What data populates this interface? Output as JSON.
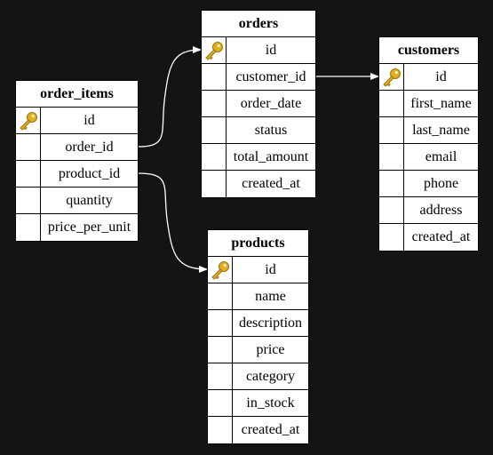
{
  "tables": [
    {
      "id": "order_items",
      "name": "order_items",
      "columns": [
        {
          "name": "id",
          "pk": true
        },
        {
          "name": "order_id",
          "pk": false
        },
        {
          "name": "product_id",
          "pk": false
        },
        {
          "name": "quantity",
          "pk": false
        },
        {
          "name": "price_per_unit",
          "pk": false
        }
      ]
    },
    {
      "id": "orders",
      "name": "orders",
      "columns": [
        {
          "name": "id",
          "pk": true
        },
        {
          "name": "customer_id",
          "pk": false
        },
        {
          "name": "order_date",
          "pk": false
        },
        {
          "name": "status",
          "pk": false
        },
        {
          "name": "total_amount",
          "pk": false
        },
        {
          "name": "created_at",
          "pk": false
        }
      ]
    },
    {
      "id": "customers",
      "name": "customers",
      "columns": [
        {
          "name": "id",
          "pk": true
        },
        {
          "name": "first_name",
          "pk": false
        },
        {
          "name": "last_name",
          "pk": false
        },
        {
          "name": "email",
          "pk": false
        },
        {
          "name": "phone",
          "pk": false
        },
        {
          "name": "address",
          "pk": false
        },
        {
          "name": "created_at",
          "pk": false
        }
      ]
    },
    {
      "id": "products",
      "name": "products",
      "columns": [
        {
          "name": "id",
          "pk": true
        },
        {
          "name": "name",
          "pk": false
        },
        {
          "name": "description",
          "pk": false
        },
        {
          "name": "price",
          "pk": false
        },
        {
          "name": "category",
          "pk": false
        },
        {
          "name": "in_stock",
          "pk": false
        },
        {
          "name": "created_at",
          "pk": false
        }
      ]
    }
  ],
  "relations": [
    {
      "from_table": "order_items",
      "from_column": "order_id",
      "to_table": "orders",
      "to_column": "id"
    },
    {
      "from_table": "order_items",
      "from_column": "product_id",
      "to_table": "products",
      "to_column": "id"
    },
    {
      "from_table": "orders",
      "from_column": "customer_id",
      "to_table": "customers",
      "to_column": "id"
    }
  ],
  "colors": {
    "background": "#141414",
    "table_fill": "#ffffff",
    "border": "#000000",
    "connector": "#ffffff",
    "key_gold": "#d4a017"
  },
  "icons": {
    "primary_key": "key-icon"
  }
}
